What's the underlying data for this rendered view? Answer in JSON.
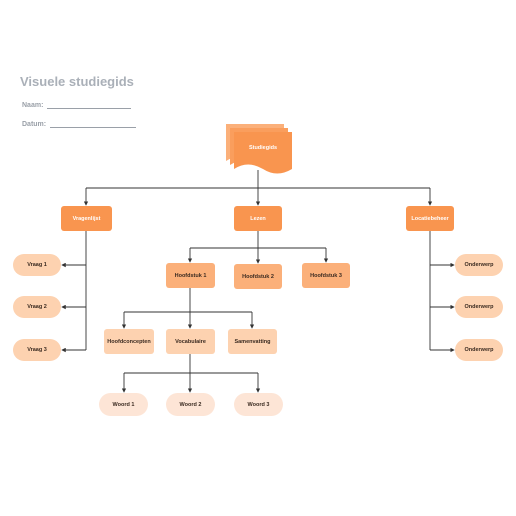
{
  "header": {
    "title": "Visuele studiegids",
    "name_label": "Naam:",
    "date_label": "Datum:"
  },
  "colors": {
    "dark": "#f9954f",
    "mid": "#fbb07a",
    "light": "#fdd2b0",
    "lightest": "#fde5d6",
    "connector": "#333333"
  },
  "diagram": {
    "root": "Studiegids",
    "branches": {
      "vragen": "Vragenlijst",
      "lezen": "Lezen",
      "locaties": "Locatiebeheer"
    },
    "questions": [
      "Vraag 1",
      "Vraag 2",
      "Vraag 3"
    ],
    "chapters": [
      "Hoofdstuk 1",
      "Hoofdstuk 2",
      "Hoofdstuk 3"
    ],
    "chapter_parts": [
      "Hoofdconcepten",
      "Vocabulaire",
      "Samenvatting"
    ],
    "words": [
      "Woord 1",
      "Woord 2",
      "Woord 3"
    ],
    "topics": [
      "Onderwerp",
      "Onderwerp",
      "Onderwerp"
    ]
  }
}
